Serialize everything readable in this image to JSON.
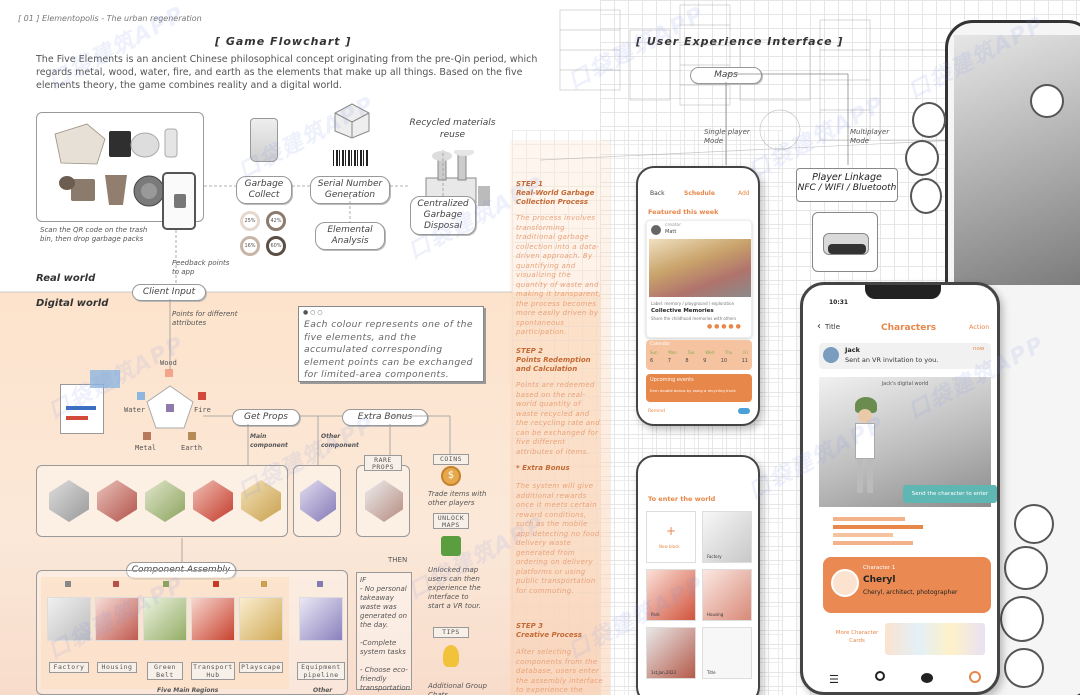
{
  "header": {
    "page_ref": "[ 01 ]  Elementopolis - The urban regeneration"
  },
  "left": {
    "title": "[ Game Flowchart ]",
    "intro": "The Five Elements is an ancient Chinese philosophical concept originating from the pre-Qin period, which regards metal, wood, water, fire, and earth as the elements that make up all things. Based on the five elements theory, the game combines reality and a digital world.",
    "scan_caption": "Scan the QR code on the trash bin, then drop garbage packs",
    "garbage_collect": "Garbage Collect",
    "serial_number": "Serial Number Generation",
    "elemental_analysis": "Elemental Analysis",
    "recycled": "Recycled materials reuse",
    "centralized": "Centralized Garbage Disposal",
    "percents": [
      "25%",
      "42%",
      "16%",
      "60%"
    ],
    "feedback": "Feedback points to app",
    "real_world": "Real world",
    "digital_world": "Digital world",
    "client_input": "Client Input",
    "points_label": "Points for different attributes",
    "colour_note": "Each colour represents one of the five elements, and the accumulated corresponding element points can be exchanged for limited-area components.",
    "elements": {
      "wood": "Wood",
      "water": "Water",
      "fire": "Fire",
      "metal": "Metal",
      "earth": "Earth"
    },
    "get_props": "Get Props",
    "extra_bonus": "Extra Bonus",
    "main_component": "Main component",
    "other_component": "Other component",
    "rare_props": "RARE PROPS",
    "coins": "COINS",
    "trade_text": "Trade items with other players",
    "unlock_maps": "UNLOCK MAPS",
    "unlock_text": "Unlocked map users can then experience the interface to start a VR tour.",
    "tips": "TIPS",
    "additional_group": "Additional Group Chats",
    "then": "THEN",
    "component_assembly": "Component Assembly",
    "components": [
      "Factory",
      "Housing",
      "Green Belt",
      "Transport Hub",
      "Playscape",
      "Equipment pipeline"
    ],
    "five_main": "Five Main Regions",
    "other": "Other",
    "if_text": "IF\n- No personal takeaway waste was generated on the day.\n\n-Complete system tasks\n\n- Choose eco-friendly transportation"
  },
  "steps": [
    {
      "title": "STEP 1\nReal-World Garbage Collection Process",
      "body": "The process involves transforming traditional garbage collection into a data-driven approach. By quantifying and visualizing the quantity of waste and making it transparent, the process becomes more easily driven by spontaneous participation."
    },
    {
      "title": "STEP 2\nPoints Redemption and Calculation",
      "body": "Points are redeemed based on the real-world quantity of waste recycled and the recycling rate and can be exchanged for five different attributes of items."
    },
    {
      "title": "* Extra Bonus",
      "body": "The system will give additional rewards once it meets certain reward conditions, such as the mobile app detecting no food delivery waste generated from ordering on delivery platforms or using public transportation for commuting."
    },
    {
      "title": "STEP 3\nCreative Process",
      "body": "After selecting components from the database, users enter the assembly interface to experience the process"
    }
  ],
  "right": {
    "title": "[ User Experience Interface ]",
    "maps": "Maps",
    "single": "Single player Mode",
    "multi": "Multiplayer Mode",
    "linkage_title": "Player Linkage",
    "linkage_sub": "NFC / WIFI / Bluetooth",
    "phone1": {
      "back": "Back",
      "tab": "Schedule",
      "action": "Add",
      "featured": "Featured this week",
      "creator": "creator",
      "creator_name": "Matt",
      "card_sub": "Label: memory / playground / exploration",
      "card_title": "Collective Memories",
      "card_desc": "Share the childhood memories with others",
      "calendar_label": "Calendar",
      "cal_month": "",
      "days": [
        "Sun",
        "Mon",
        "Tue",
        "Wed",
        "Thu",
        "Fri",
        "Sat"
      ],
      "dates": [
        "6",
        "7",
        "8",
        "9",
        "10",
        "11"
      ],
      "upcoming": "Upcoming events",
      "upcoming_text": "Earn double bonus by using a recycling truck",
      "remind": "Remind"
    },
    "phone2": {
      "title": "To enter the world",
      "new_block": "New block",
      "tiles": [
        "Factory",
        "Park",
        "Housing",
        "1st,Jan,2023",
        "Title"
      ]
    },
    "phone3": {
      "time": "10:31",
      "back": "Title",
      "header": "Characters",
      "action": "Action",
      "msg_name": "Jack",
      "msg_text": "Sent an VR invitation to you.",
      "msg_time": "now",
      "world_caption": "Jack's digital world",
      "send_btn": "Send the character to enter",
      "char_label": "Character 1",
      "char_name": "Cheryl",
      "char_desc": "Cheryl, architect, photographer",
      "more": "More Character Cards"
    }
  },
  "watermark": "口袋建筑APP",
  "colors": {
    "accent": "#e8874a",
    "peach": "#fbe3cf",
    "wood": "#f3a58a",
    "water": "#8fb6de",
    "fire": "#d24a3a",
    "metal": "#b77a5c",
    "earth": "#b58b57"
  }
}
